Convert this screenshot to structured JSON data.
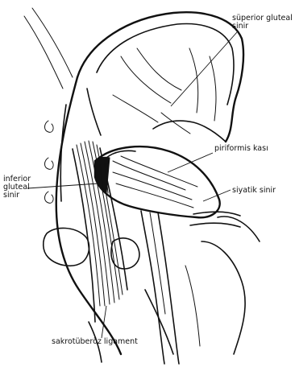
{
  "labels": {
    "superior_gluteal_nerve": [
      "süperior gluteal",
      "sinir"
    ],
    "piriformis_muscle": "piriformis kası",
    "sciatic_nerve": "siyatik sinir",
    "inferior_gluteal_nerve": [
      "inferior",
      "gluteal",
      "sinir"
    ],
    "sacrotuberous_ligament": "sakrotüberöz ligament"
  }
}
